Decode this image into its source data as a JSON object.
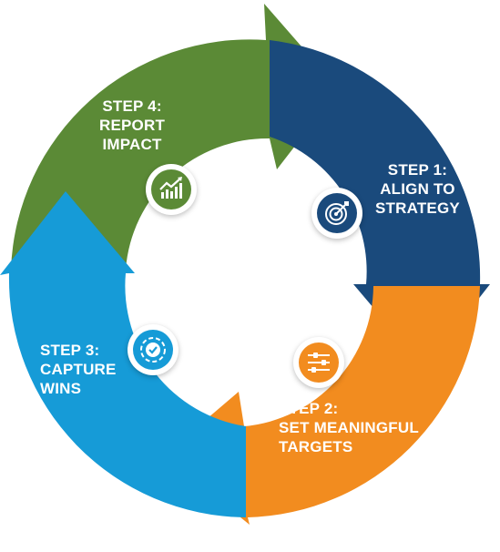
{
  "colors": {
    "step1": "#1a4a7c",
    "step2": "#f28c1f",
    "step3": "#169bd7",
    "step4": "#5b8a36",
    "label": "#ffffff"
  },
  "steps": [
    {
      "id": "step1",
      "title": "STEP 1:",
      "lines": [
        "ALIGN TO",
        "STRATEGY"
      ],
      "icon": "target-icon"
    },
    {
      "id": "step2",
      "title": "STEP 2:",
      "lines": [
        "SET MEANINGFUL",
        "TARGETS"
      ],
      "icon": "sliders-icon"
    },
    {
      "id": "step3",
      "title": "STEP 3:",
      "lines": [
        "CAPTURE",
        "WINS"
      ],
      "icon": "check-badge-icon"
    },
    {
      "id": "step4",
      "title": "STEP 4:",
      "lines": [
        "REPORT",
        "IMPACT"
      ],
      "icon": "growth-chart-icon"
    }
  ]
}
